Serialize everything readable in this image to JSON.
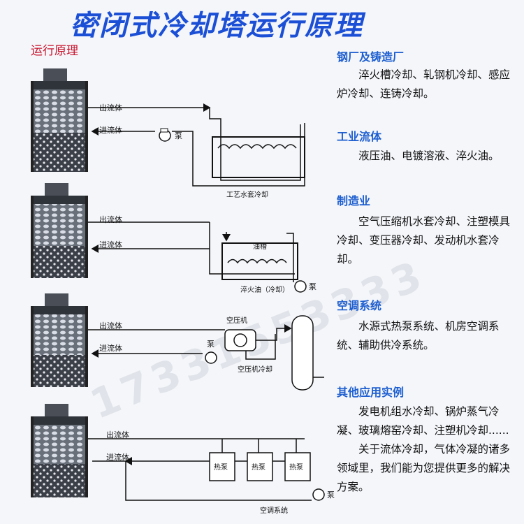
{
  "title": "密闭式冷却塔运行原理",
  "subtitle": "运行原理",
  "diagrams": {
    "outflow_label": "出流体",
    "inflow_label": "进流体",
    "pump_label": "泵",
    "d1": {
      "caption": "工艺水套冷却"
    },
    "d2": {
      "tank_label": "油槽",
      "caption": "淬火油（冷却）"
    },
    "d3": {
      "compressor_label": "空压机",
      "caption": "空压机冷却"
    },
    "d4": {
      "heatpump_label": "热泵",
      "caption": "空调系统"
    }
  },
  "categories": [
    {
      "title": "钢厂及铸造厂",
      "text": "淬火槽冷却、轧钢机冷却、感应炉冷却、连铸冷却。"
    },
    {
      "title": "工业流体",
      "text": "液压油、电镀溶液、淬火油。"
    },
    {
      "title": "制造业",
      "text": "空气压缩机水套冷却、注塑模具冷却、变压器冷却、发动机水套冷却。"
    },
    {
      "title": "空调系统",
      "text": "水源式热泵系统、机房空调系统、辅助供冷系统。"
    },
    {
      "title": "其他应用实例",
      "text": "发电机组水冷却、锅炉蒸气冷凝、玻璃熔窑冷却、注塑机冷却......",
      "text2": "关于流体冷却，气体冷凝的诸多领域里，我们能为您提供更多的解决方案。"
    }
  ],
  "watermark": "17331553333",
  "colors": {
    "title": "#1b4fd6",
    "subtitle": "#c8122b",
    "category": "#1e5fd0",
    "tower": "#4a4f57"
  }
}
